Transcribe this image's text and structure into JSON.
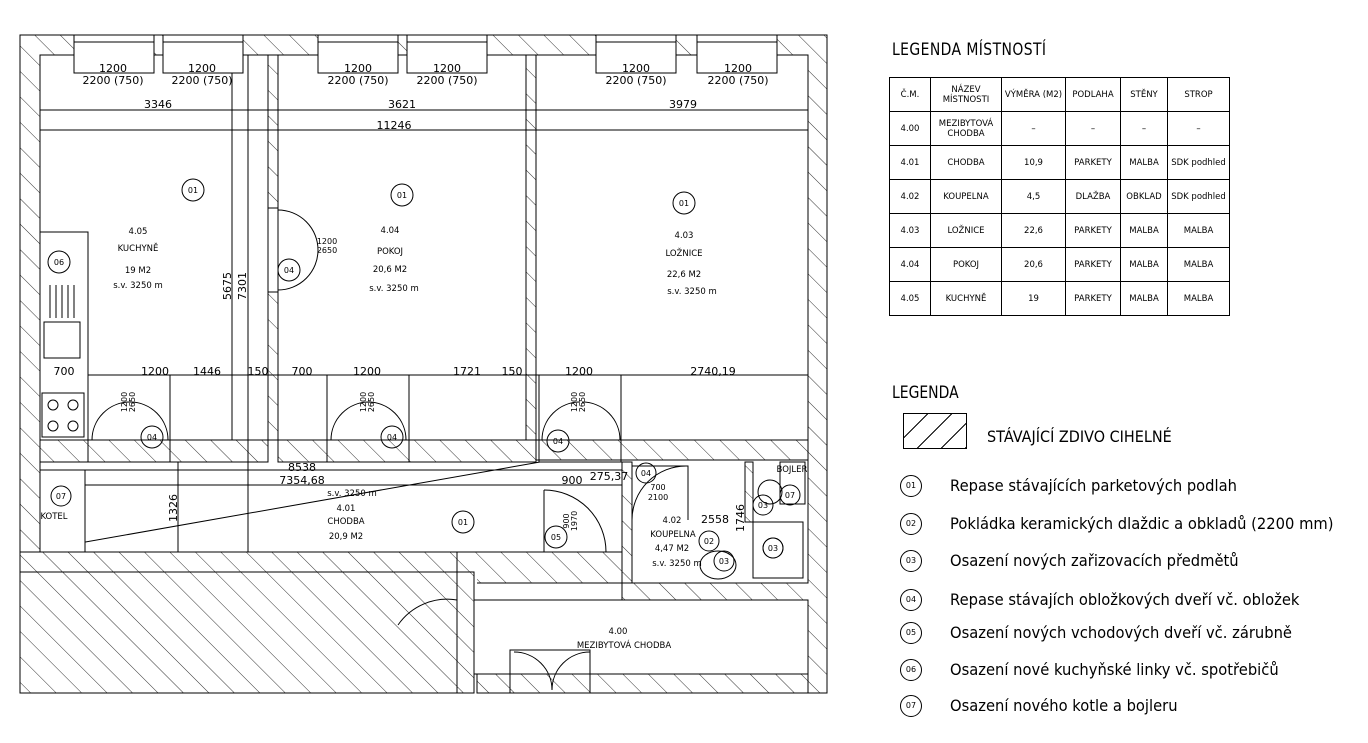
{
  "rooms_table": {
    "title": "LEGENDA MÍSTNOSTÍ",
    "headers": [
      "Č.M.",
      "NÁZEV MÍSTNOSTI",
      "VÝMĚRA (M2)",
      "PODLAHA",
      "STĚNY",
      "STROP"
    ],
    "rows": [
      [
        "4.00",
        "MEZIBYTOVÁ CHODBA",
        "–",
        "–",
        "–",
        "–"
      ],
      [
        "4.01",
        "CHODBA",
        "10,9",
        "PARKETY",
        "MALBA",
        "SDK podhled"
      ],
      [
        "4.02",
        "KOUPELNA",
        "4,5",
        "DLAŽBA",
        "OBKLAD",
        "SDK podhled"
      ],
      [
        "4.03",
        "LOŽNICE",
        "22,6",
        "PARKETY",
        "MALBA",
        "MALBA"
      ],
      [
        "4.04",
        "POKOJ",
        "20,6",
        "PARKETY",
        "MALBA",
        "MALBA"
      ],
      [
        "4.05",
        "KUCHYNĚ",
        "19",
        "PARKETY",
        "MALBA",
        "MALBA"
      ]
    ]
  },
  "legend": {
    "title": "LEGENDA",
    "wall_label": "STÁVAJÍCÍ ZDIVO CIHELNÉ",
    "items": [
      {
        "code": "01",
        "text": "Repase stávajících parketových podlah"
      },
      {
        "code": "02",
        "text": "Pokládka keramických dlaždic a obkladů (2200 mm)"
      },
      {
        "code": "03",
        "text": "Osazení nových zařizovacích předmětů"
      },
      {
        "code": "04",
        "text": "Repase stávajích obložkových dveří vč. obložek"
      },
      {
        "code": "05",
        "text": "Osazení nových vchodových dveří vč. zárubně"
      },
      {
        "code": "06",
        "text": "Osazení nové kuchyňské linky vč. spotřebičů"
      },
      {
        "code": "07",
        "text": "Osazení nového kotle a bojleru"
      }
    ]
  },
  "plan": {
    "windows": [
      {
        "w": "1200",
        "h": "2200 (750)"
      },
      {
        "w": "1200",
        "h": "2200 (750)"
      },
      {
        "w": "1200",
        "h": "2200 (750)"
      },
      {
        "w": "1200",
        "h": "2200 (750)"
      },
      {
        "w": "1200",
        "h": "2200 (750)"
      },
      {
        "w": "1200",
        "h": "2200 (750)"
      }
    ],
    "dims": {
      "d3346": "3346",
      "d3621": "3621",
      "d3979": "3979",
      "d11246": "11246",
      "d5675": "5675",
      "d7301": "7301",
      "d700a": "700",
      "d1200a": "1200",
      "d1446": "1446",
      "d150a": "150",
      "d700b": "700",
      "d1200b": "1200",
      "d1721": "1721",
      "d150b": "150",
      "d1200c": "1200",
      "d2740": "2740,19",
      "d8538": "8538",
      "d7354": "7354,68",
      "d900": "900",
      "d275": "275,37",
      "d1326": "1326",
      "d2558": "2558",
      "d1746": "1746",
      "door_pokoj": "1200",
      "door_pokoj_h": "2650",
      "door_k": "1200",
      "door_k_h": "2650",
      "door_p2": "1200",
      "door_p2_h": "2650",
      "door_l": "1200",
      "door_l_h": "2650",
      "door_koup": "700",
      "door_koup_h": "2100",
      "door_vch": "900",
      "door_vch_h": "1970"
    },
    "rooms": {
      "kuchyne": {
        "num": "4.05",
        "name": "KUCHYNĚ",
        "area": "19 M2",
        "sv": "s.v. 3250 m"
      },
      "pokoj": {
        "num": "4.04",
        "name": "POKOJ",
        "area": "20,6 M2",
        "sv": "s.v. 3250 m"
      },
      "loznice": {
        "num": "4.03",
        "name": "LOŽNICE",
        "area": "22,6 M2",
        "sv": "s.v. 3250 m"
      },
      "chodba": {
        "num": "4.01",
        "name": "CHODBA",
        "area": "20,9 M2",
        "sv": "s.v. 3250 m"
      },
      "koupelna": {
        "num": "4.02",
        "name": "KOUPELNA",
        "area": "4,47 M2",
        "sv": "s.v. 3250 m"
      },
      "mezibytova": {
        "num": "4.00",
        "name": "MEZIBYTOVÁ CHODBA"
      }
    },
    "labels": {
      "kotel": "KOTEL",
      "bojler": "BOJLER"
    },
    "tags": {
      "t01": "01",
      "t02": "02",
      "t03": "03",
      "t04": "04",
      "t05": "05",
      "t06": "06",
      "t07": "07"
    }
  }
}
